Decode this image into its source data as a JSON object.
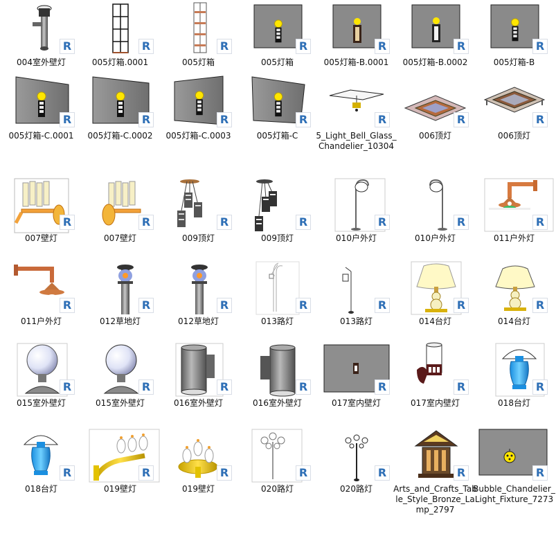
{
  "badge_letter": "R",
  "items": [
    {
      "label": "004室外壁灯",
      "icon": "exterior-wall-light-icon"
    },
    {
      "label": "005灯箱.0001",
      "icon": "light-box-icon"
    },
    {
      "label": "005灯箱",
      "icon": "light-box-icon"
    },
    {
      "label": "005灯箱",
      "icon": "light-box-panel-icon"
    },
    {
      "label": "005灯箱-B.0001",
      "icon": "light-box-panel-icon"
    },
    {
      "label": "005灯箱-B.0002",
      "icon": "light-box-panel-icon"
    },
    {
      "label": "005灯箱-B",
      "icon": "light-box-panel-icon"
    },
    {
      "label": "005灯箱-C.0001",
      "icon": "light-box-panel-icon"
    },
    {
      "label": "005灯箱-C.0002",
      "icon": "light-box-panel-icon"
    },
    {
      "label": "005灯箱-C.0003",
      "icon": "light-box-panel-icon"
    },
    {
      "label": "005灯箱-C",
      "icon": "light-box-panel-icon"
    },
    {
      "label": "5_Light_Bell_Glass_Chandelier_10304",
      "icon": "chandelier-icon"
    },
    {
      "label": "006顶灯",
      "icon": "ceiling-light-icon"
    },
    {
      "label": "006顶灯",
      "icon": "ceiling-light-icon"
    },
    {
      "label": "007壁灯",
      "icon": "wall-lamp-icon"
    },
    {
      "label": "007壁灯",
      "icon": "wall-lamp-icon"
    },
    {
      "label": "009顶灯",
      "icon": "pendant-light-icon"
    },
    {
      "label": "009顶灯",
      "icon": "pendant-light-icon"
    },
    {
      "label": "010户外灯",
      "icon": "outdoor-light-icon"
    },
    {
      "label": "010户外灯",
      "icon": "outdoor-light-icon"
    },
    {
      "label": "011户外灯",
      "icon": "outdoor-wall-lamp-icon"
    },
    {
      "label": "011户外灯",
      "icon": "outdoor-wall-lamp-icon"
    },
    {
      "label": "012草地灯",
      "icon": "lawn-light-icon"
    },
    {
      "label": "012草地灯",
      "icon": "lawn-light-icon"
    },
    {
      "label": "013路灯",
      "icon": "street-light-icon"
    },
    {
      "label": "013路灯",
      "icon": "street-light-icon"
    },
    {
      "label": "014台灯",
      "icon": "table-lamp-icon"
    },
    {
      "label": "014台灯",
      "icon": "table-lamp-icon"
    },
    {
      "label": "015室外壁灯",
      "icon": "globe-light-icon"
    },
    {
      "label": "015室外壁灯",
      "icon": "globe-light-icon"
    },
    {
      "label": "016室外壁灯",
      "icon": "cylinder-wall-light-icon"
    },
    {
      "label": "016室外壁灯",
      "icon": "cylinder-wall-light-icon"
    },
    {
      "label": "017室内壁灯",
      "icon": "indoor-wall-light-icon"
    },
    {
      "label": "017室内壁灯",
      "icon": "indoor-wall-light-icon"
    },
    {
      "label": "018台灯",
      "icon": "table-lamp-icon"
    },
    {
      "label": "018台灯",
      "icon": "table-lamp-icon"
    },
    {
      "label": "019壁灯",
      "icon": "candle-wall-lamp-icon"
    },
    {
      "label": "019壁灯",
      "icon": "candle-wall-lamp-icon"
    },
    {
      "label": "020路灯",
      "icon": "ornamental-street-light-icon"
    },
    {
      "label": "020路灯",
      "icon": "ornamental-street-light-icon"
    },
    {
      "label": "Arts_and_Crafts_Table_Style_Bronze_Lamp_2797",
      "icon": "bronze-lamp-icon"
    },
    {
      "label": "Bubble_Chandelier_Light_Fixture_7273",
      "icon": "bubble-chandelier-icon"
    }
  ]
}
